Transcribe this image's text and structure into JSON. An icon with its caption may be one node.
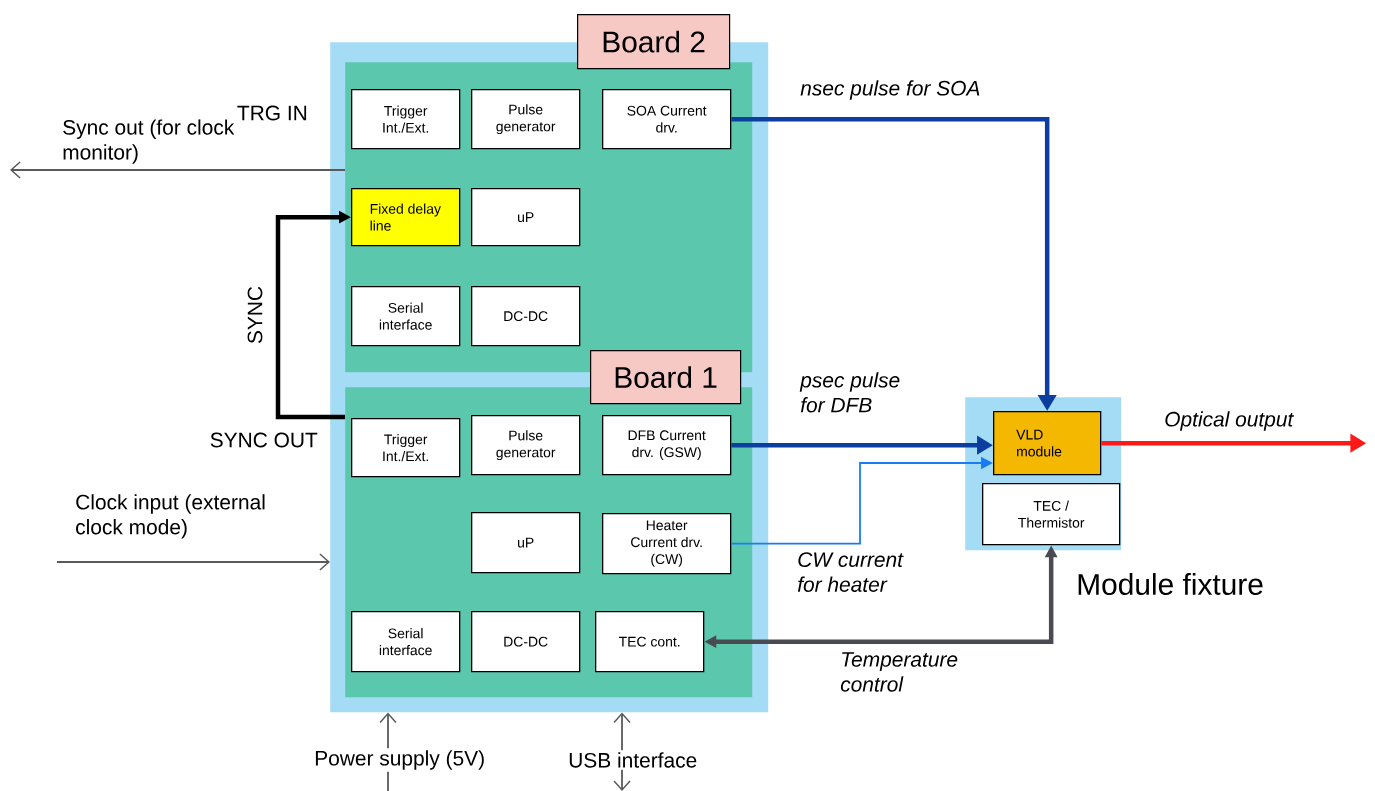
{
  "diagram": {
    "nodes": [
      {
        "text": [],
        "shape": "box"
      },
      {
        "text": [
          "Board 2"
        ],
        "in": 0
      },
      {
        "text": [
          "Trigger Int./Ext."
        ],
        "in": 1
      },
      {
        "text": [
          "Pulse generator"
        ],
        "in": 1
      },
      {
        "text": [
          "SOA Current drv."
        ],
        "in": 1
      },
      {
        "text": [
          "Fixed delay line"
        ],
        "in": 1
      },
      {
        "text": [
          "uP"
        ],
        "in": 1
      },
      {
        "text": [
          "Serial interface"
        ],
        "in": 1
      },
      {
        "text": [
          "DC-DC"
        ],
        "in": 1
      },
      {
        "text": [
          "Board 1"
        ],
        "in": 0
      },
      {
        "text": [
          "Trigger Int./Ext."
        ],
        "in": 9
      },
      {
        "text": [
          "Pulse generator"
        ],
        "in": 9
      },
      {
        "text": [
          "DFB Current drv. (GSW)"
        ],
        "in": 9
      },
      {
        "text": [
          "uP"
        ],
        "in": 9
      },
      {
        "text": [
          "Heater Current drv. (CW)"
        ],
        "in": 9
      },
      {
        "text": [
          "Serial interface"
        ],
        "in": 9
      },
      {
        "text": [
          "DC-DC"
        ],
        "in": 9
      },
      {
        "text": [
          "TEC cont."
        ],
        "in": 9
      },
      {
        "text": [
          "Module fixture"
        ]
      },
      {
        "text": [
          "VLD module"
        ],
        "in": 18
      },
      {
        "text": [
          "TEC / Thermistor"
        ],
        "in": 18
      }
    ],
    "edges": [
      {
        "from": 1,
        "to": null,
        "arrow": "to",
        "label": "Sync out (for clock monitor)"
      },
      {
        "from": 9,
        "to": 5,
        "arrow": "to",
        "label": "SYNC",
        "style": "thick",
        "color": "#000000"
      },
      {
        "from": null,
        "to": 0,
        "arrow": "to",
        "label": "Clock input (external clock mode)"
      },
      {
        "from": 4,
        "to": 19,
        "arrow": "to",
        "label": "nsec pulse for SOA",
        "style": "thick",
        "color": "#0b3e9e"
      },
      {
        "from": 12,
        "to": 19,
        "arrow": "to",
        "label": "psec pulse for DFB",
        "style": "thick",
        "color": "#0b3e9e"
      },
      {
        "from": 14,
        "to": 19,
        "arrow": "to",
        "label": "CW current for heater",
        "color": "#1a7cf2"
      },
      {
        "from": 20,
        "to": 17,
        "arrow": "both",
        "label": "Temperature control",
        "style": "thick",
        "color": "#4a4a52"
      },
      {
        "from": 19,
        "to": null,
        "arrow": "to",
        "label": "Optical output",
        "style": "thick",
        "color": "#ff1a1a"
      },
      {
        "from": null,
        "to": 0,
        "arrow": "to",
        "label": "Power supply (5V)"
      },
      {
        "from": null,
        "to": 0,
        "arrow": "both",
        "label": "USB interface"
      }
    ],
    "labels": [
      "TRG IN",
      "SYNC OUT"
    ]
  }
}
